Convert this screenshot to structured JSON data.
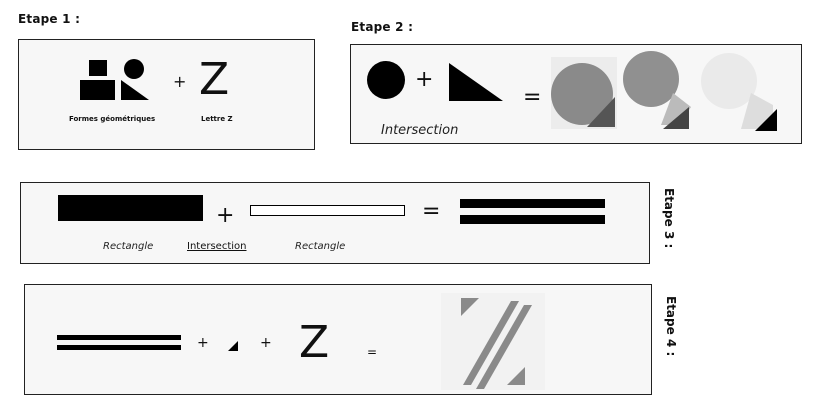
{
  "step1": {
    "title": "Etape 1 :",
    "shapes_label": "Formes géométriques",
    "plus": "+",
    "letter": "Z",
    "letter_label": "Lettre Z"
  },
  "step2": {
    "title": "Etape 2 :",
    "plus": "+",
    "equals": "=",
    "caption": "Intersection"
  },
  "step3": {
    "title": "Etape 3 :",
    "plus": "+",
    "equals": "=",
    "label_left": "Rectangle",
    "label_mid": "Intersection",
    "label_right": "Rectangle"
  },
  "step4": {
    "title": "Etape 4 :",
    "plus1": "+",
    "plus2": "+",
    "letter": "Z",
    "equals": "="
  }
}
